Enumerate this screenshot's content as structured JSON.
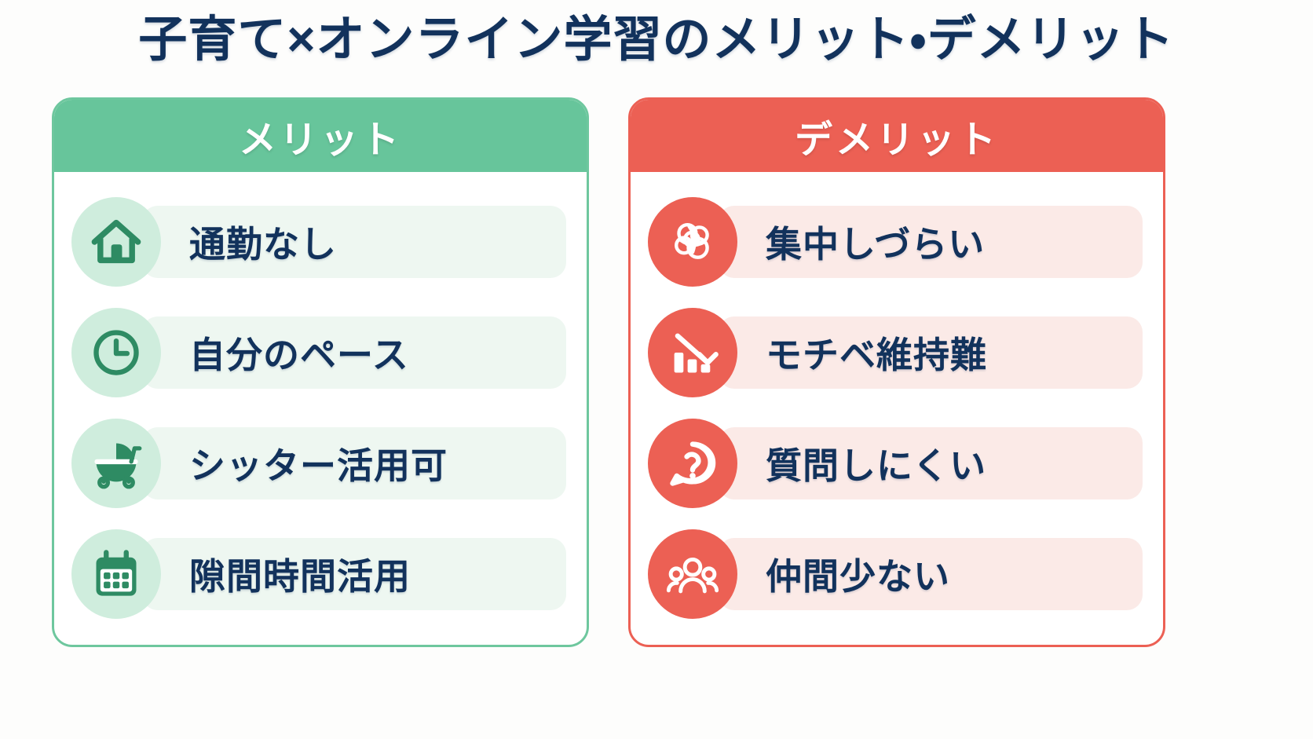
{
  "title": "子育て×オンライン学習のメリット・デメリット",
  "colors": {
    "title_text": "#12325c",
    "merit_accent": "#67c59b",
    "merit_badge_bg": "#cfeddd",
    "merit_icon": "#2e8b63",
    "merit_pill_bg": "#eef7f1",
    "demerit_accent": "#ec6054",
    "demerit_badge_bg": "#ec6054",
    "demerit_icon": "#ffffff",
    "demerit_pill_bg": "#fbeae7",
    "label_text": "#12325c",
    "background": "#fdfdfc"
  },
  "panels": [
    {
      "key": "merit",
      "header": "メリット",
      "items": [
        {
          "icon": "home-icon",
          "label": "通勤なし"
        },
        {
          "icon": "clock-icon",
          "label": "自分のペース"
        },
        {
          "icon": "stroller-icon",
          "label": "シッター活用可"
        },
        {
          "icon": "calendar-icon",
          "label": "隙間時間活用"
        }
      ]
    },
    {
      "key": "demerit",
      "header": "デメリット",
      "items": [
        {
          "icon": "tangled-thoughts-icon",
          "label": "集中しづらい"
        },
        {
          "icon": "chart-decline-icon",
          "label": "モチベ維持難"
        },
        {
          "icon": "question-bubble-icon",
          "label": "質問しにくい"
        },
        {
          "icon": "people-group-icon",
          "label": "仲間少ない"
        }
      ]
    }
  ]
}
